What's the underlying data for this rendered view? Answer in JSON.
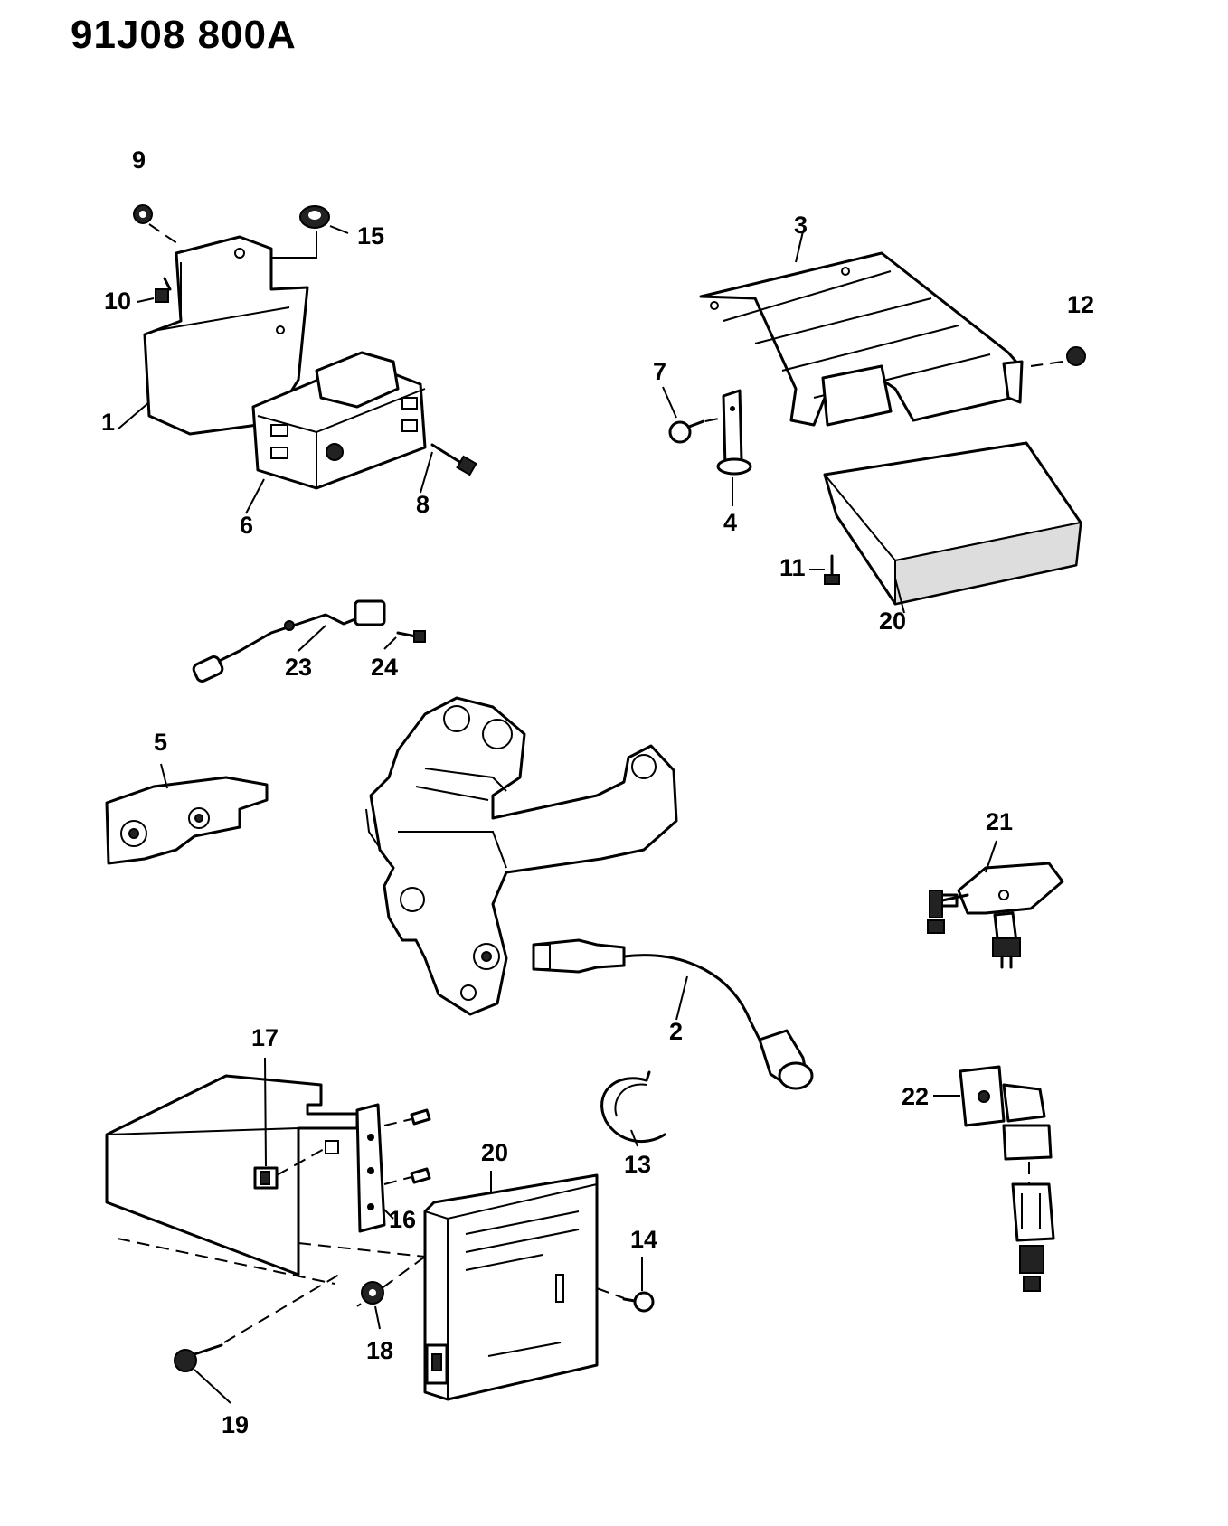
{
  "header": {
    "title": "91J08  800A"
  },
  "callouts": [
    "1",
    "2",
    "3",
    "4",
    "5",
    "6",
    "7",
    "8",
    "9",
    "10",
    "11",
    "12",
    "13",
    "14",
    "15",
    "16",
    "17",
    "18",
    "19",
    "20",
    "20",
    "21",
    "22",
    "23",
    "24"
  ]
}
